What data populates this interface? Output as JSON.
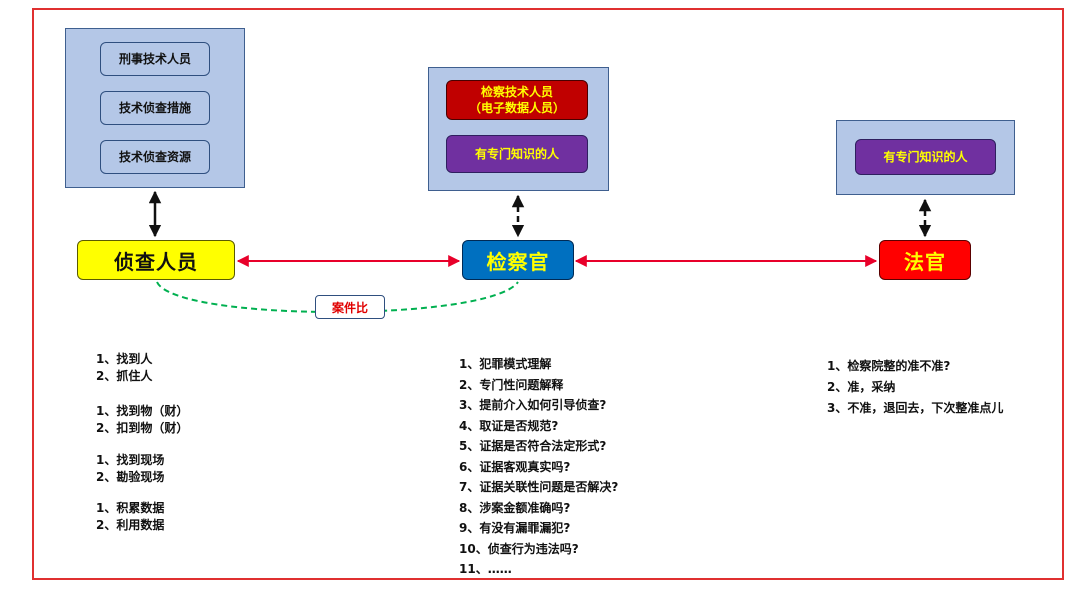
{
  "left_panel": {
    "items": [
      "刑事技术人员",
      "技术侦查措施",
      "技术侦查资源"
    ]
  },
  "center_panel": {
    "items": [
      "检察技术人员\n（电子数据人员）",
      "有专门知识的人"
    ]
  },
  "right_panel": {
    "items": [
      "有专门知识的人"
    ]
  },
  "nodes": {
    "investigator": "侦查人员",
    "prosecutor": "检察官",
    "judge": "法官"
  },
  "link_label": "案件比",
  "left_notes": {
    "group1": [
      "1、找到人",
      "2、抓住人"
    ],
    "group2": [
      "1、找到物（财）",
      "2、扣到物（财）"
    ],
    "group3": [
      "1、找到现场",
      "2、勘验现场"
    ],
    "group4": [
      "1、积累数据",
      "2、利用数据"
    ]
  },
  "center_notes": [
    "1、犯罪模式理解",
    "2、专门性问题解释",
    "3、提前介入如何引导侦查?",
    "4、取证是否规范?",
    "5、证据是否符合法定形式?",
    "6、证据客观真实吗?",
    "7、证据关联性问题是否解决?",
    "8、涉案金额准确吗?",
    "9、有没有漏罪漏犯?",
    "10、侦查行为违法吗?",
    "11、……"
  ],
  "right_notes": [
    "1、检察院整的准不准?",
    "2、准，采纳",
    "3、不准，退回去，下次整准点儿"
  ],
  "colors": {
    "frame": "#e03030",
    "panel": "#b4c7e7",
    "investigator": "#ffff00",
    "prosecutor": "#0070c0",
    "judge": "#ff0000",
    "arrow_red": "#e8002a",
    "dashed_green": "#00b050",
    "purple_chip": "#7030a0",
    "red_chip": "#c00000"
  }
}
